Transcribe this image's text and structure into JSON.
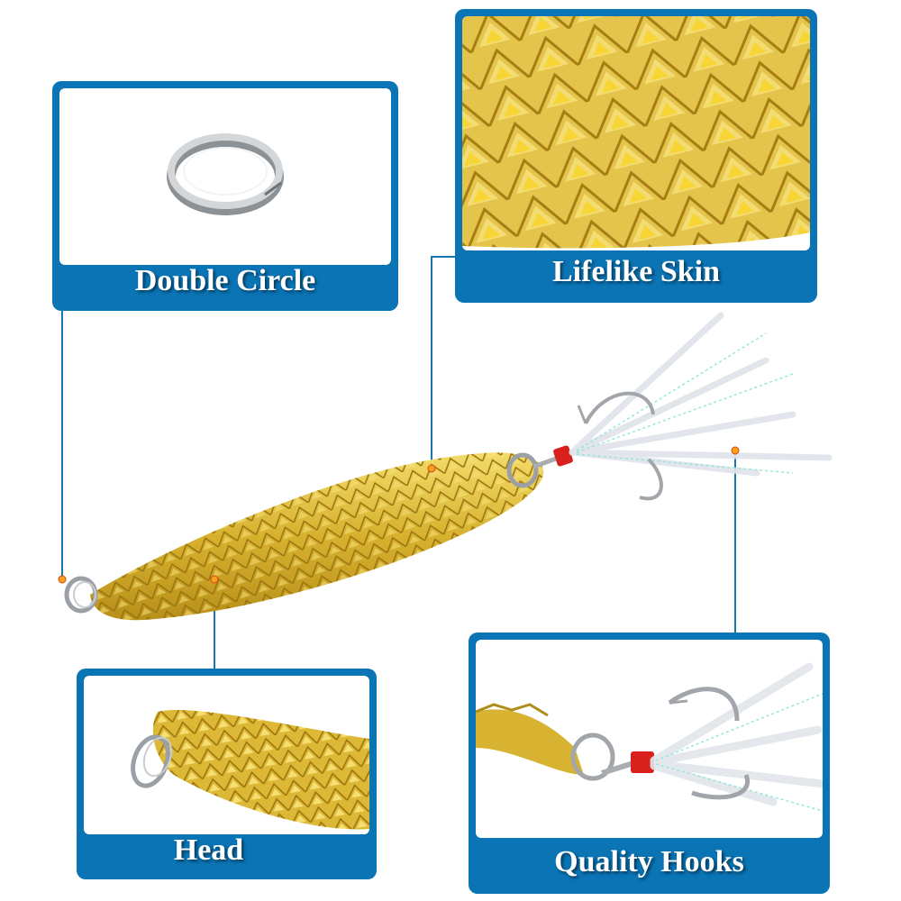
{
  "panels": {
    "double_circle": {
      "caption": "Double Circle",
      "image": "split-ring-closeup"
    },
    "lifelike_skin": {
      "caption": "Lifelike Skin",
      "image": "gold-scale-texture-closeup"
    },
    "head": {
      "caption": "Head",
      "image": "lure-head-with-ring-closeup"
    },
    "quality_hooks": {
      "caption": "Quality Hooks",
      "image": "treble-hook-with-feather-closeup"
    }
  },
  "main_product": {
    "image": "gold-spoon-lure-with-treble-hook"
  },
  "colors": {
    "panel_blue": "#0a74b5",
    "connector_line": "#1576b0",
    "dot_fill": "#f7a21b",
    "dot_border": "#e2401c",
    "gold": "#d8b331",
    "thread_red": "#d8201c"
  }
}
